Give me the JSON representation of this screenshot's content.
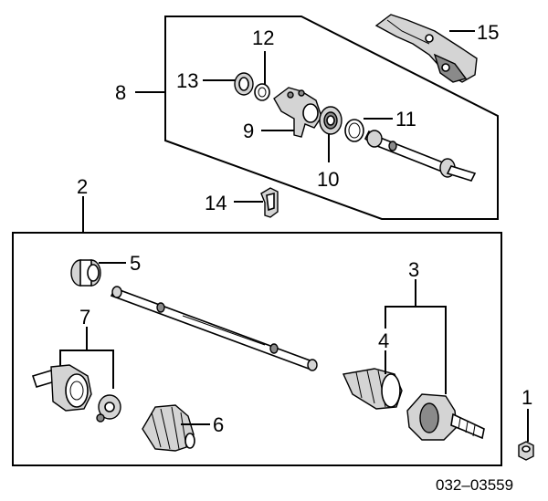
{
  "callouts": {
    "c1": "1",
    "c2": "2",
    "c3": "3",
    "c4": "4",
    "c5": "5",
    "c6": "6",
    "c7": "7",
    "c8": "8",
    "c9": "9",
    "c10": "10",
    "c11": "11",
    "c12": "12",
    "c13": "13",
    "c14": "14",
    "c15": "15"
  },
  "diagram_code": "032–03559"
}
